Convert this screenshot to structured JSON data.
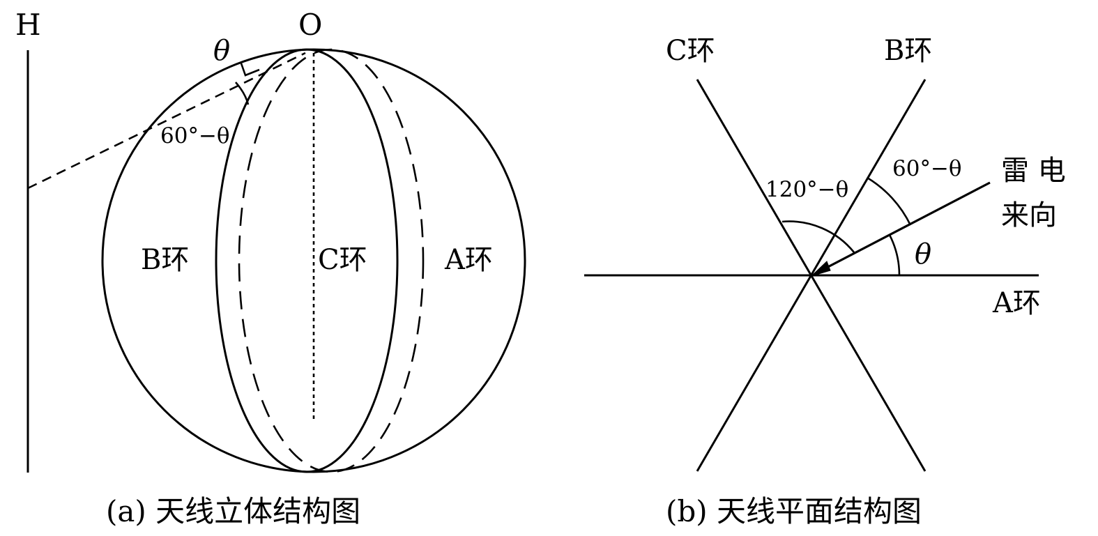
{
  "colors": {
    "stroke": "#000000",
    "background": "#ffffff"
  },
  "left": {
    "label_H": "H",
    "label_O": "O",
    "label_theta": "θ",
    "label_angle": "60°−θ",
    "label_B": "B环",
    "label_C": "C环",
    "label_A": "A环",
    "caption": "(a) 天线立体结构图"
  },
  "right": {
    "label_C": "C环",
    "label_B": "B环",
    "label_A": "A环",
    "label_lightning_line1": "雷 电",
    "label_lightning_line2": "来向",
    "label_angle_60": "60°−θ",
    "label_angle_120": "120°−θ",
    "label_theta": "θ",
    "caption": "(b) 天线平面结构图"
  }
}
